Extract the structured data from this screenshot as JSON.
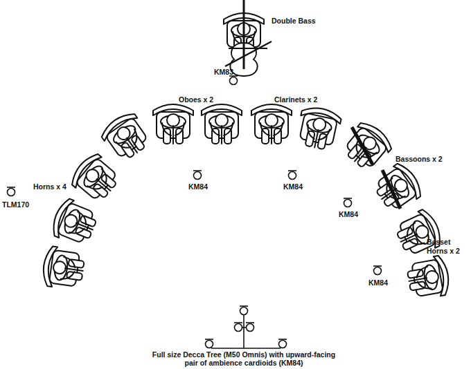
{
  "diagram": {
    "labels": [
      "Double Bass",
      "KM83",
      "Oboes x 2",
      "Clarinets x 2",
      "Horns x 4",
      "TLM170",
      "Bassoons x 2",
      "KM84",
      "KM84",
      "KM84",
      "Basset Horns x 2",
      "KM84",
      "Full size Decca Tree (M50 Omnis) with upward-facing pair of ambience cardioids (KM84)"
    ]
  }
}
